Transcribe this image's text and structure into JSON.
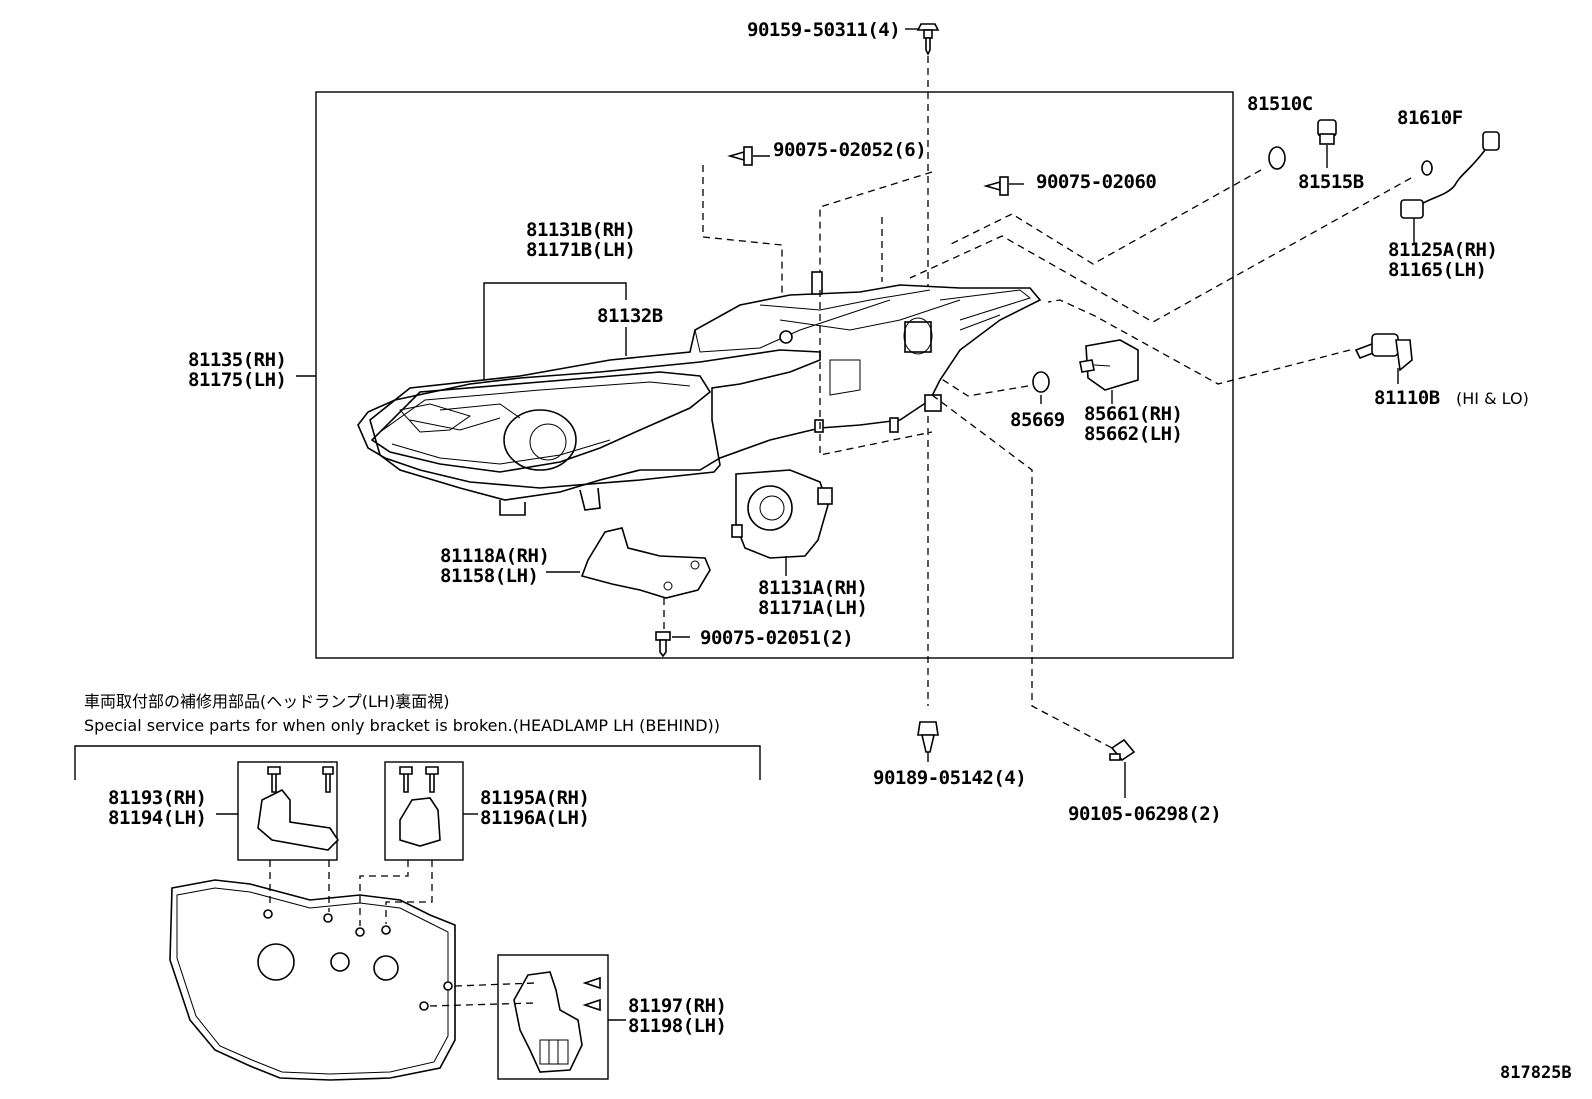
{
  "labels": {
    "p90159": "90159-50311(4)",
    "p90075_02052": "90075-02052(6)",
    "p90075_02060": "90075-02060",
    "p81510c": "81510C",
    "p81515b": "81515B",
    "p81610f": "81610F",
    "p81125a_rh": "81125A(RH)",
    "p81165_lh": "81165(LH)",
    "p81131b_rh": "81131B(RH)",
    "p81171b_lh": "81171B(LH)",
    "p81132b": "81132B",
    "p81135_rh": "81135(RH)",
    "p81175_lh": "81175(LH)",
    "p81110b": "81110B",
    "p81110b_note": "(HI & LO)",
    "p85669": "85669",
    "p85661_rh": "85661(RH)",
    "p85662_lh": "85662(LH)",
    "p81118a_rh": "81118A(RH)",
    "p81158_lh": "81158(LH)",
    "p81131a_rh": "81131A(RH)",
    "p81171a_lh": "81171A(LH)",
    "p90075_02051": "90075-02051(2)",
    "p90189": "90189-05142(4)",
    "p90105": "90105-06298(2)",
    "p81193_rh": "81193(RH)",
    "p81194_lh": "81194(LH)",
    "p81195a_rh": "81195A(RH)",
    "p81196a_lh": "81196A(LH)",
    "p81197_rh": "81197(RH)",
    "p81198_lh": "81198(LH)"
  },
  "notes": {
    "jp_title": "車両取付部の補修用部品(ヘッドランプ(LH)裏面視)",
    "en_title": "Special service parts for when only bracket is broken.(HEADLAMP LH (BEHIND))"
  },
  "diagram_code": "817825B"
}
